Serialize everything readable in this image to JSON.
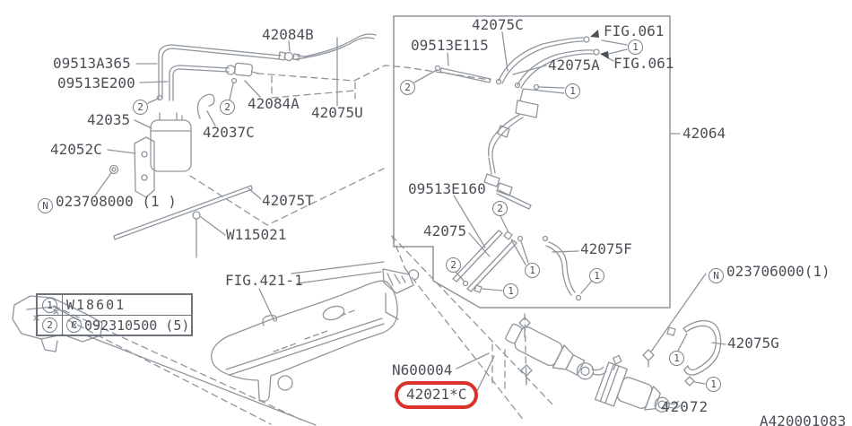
{
  "diagram": {
    "title_hint": "fuel piping parts diagram",
    "drawing_number": "A420001083",
    "colors": {
      "line": "#8f969d",
      "text": "#4b5056",
      "highlight": "#d8322a"
    },
    "parts": {
      "p42084B": "42084B",
      "p09513A365": "09513A365",
      "p09513E200": "09513E200",
      "p42035": "42035",
      "p42052C": "42052C",
      "p42037C": "42037C",
      "p42084A": "42084A",
      "p42075U": "42075U",
      "p023708000": "023708000 (1 )",
      "p42075T": "42075T",
      "pW115021": "W115021",
      "fig421": "FIG.421-1",
      "p42075C": "42075C",
      "p09513E115": "09513E115",
      "fig061": "FIG.061",
      "p42075A": "42075A",
      "p42064": "42064",
      "p09513E160": "09513E160",
      "p42075": "42075",
      "p42075F": "42075F",
      "p023706000": "023706000(1)",
      "p42075G": "42075G",
      "pN600004": "N600004",
      "p42021C": "42021*C",
      "p42072": "42072"
    },
    "callouts": {
      "one": "1",
      "two": "2",
      "nut": "N",
      "clip": "C"
    },
    "legend": {
      "rows": [
        {
          "num": "1",
          "code": "W18601"
        },
        {
          "num": "2",
          "prefix": "C",
          "code": "092310500 (5)"
        }
      ]
    }
  }
}
